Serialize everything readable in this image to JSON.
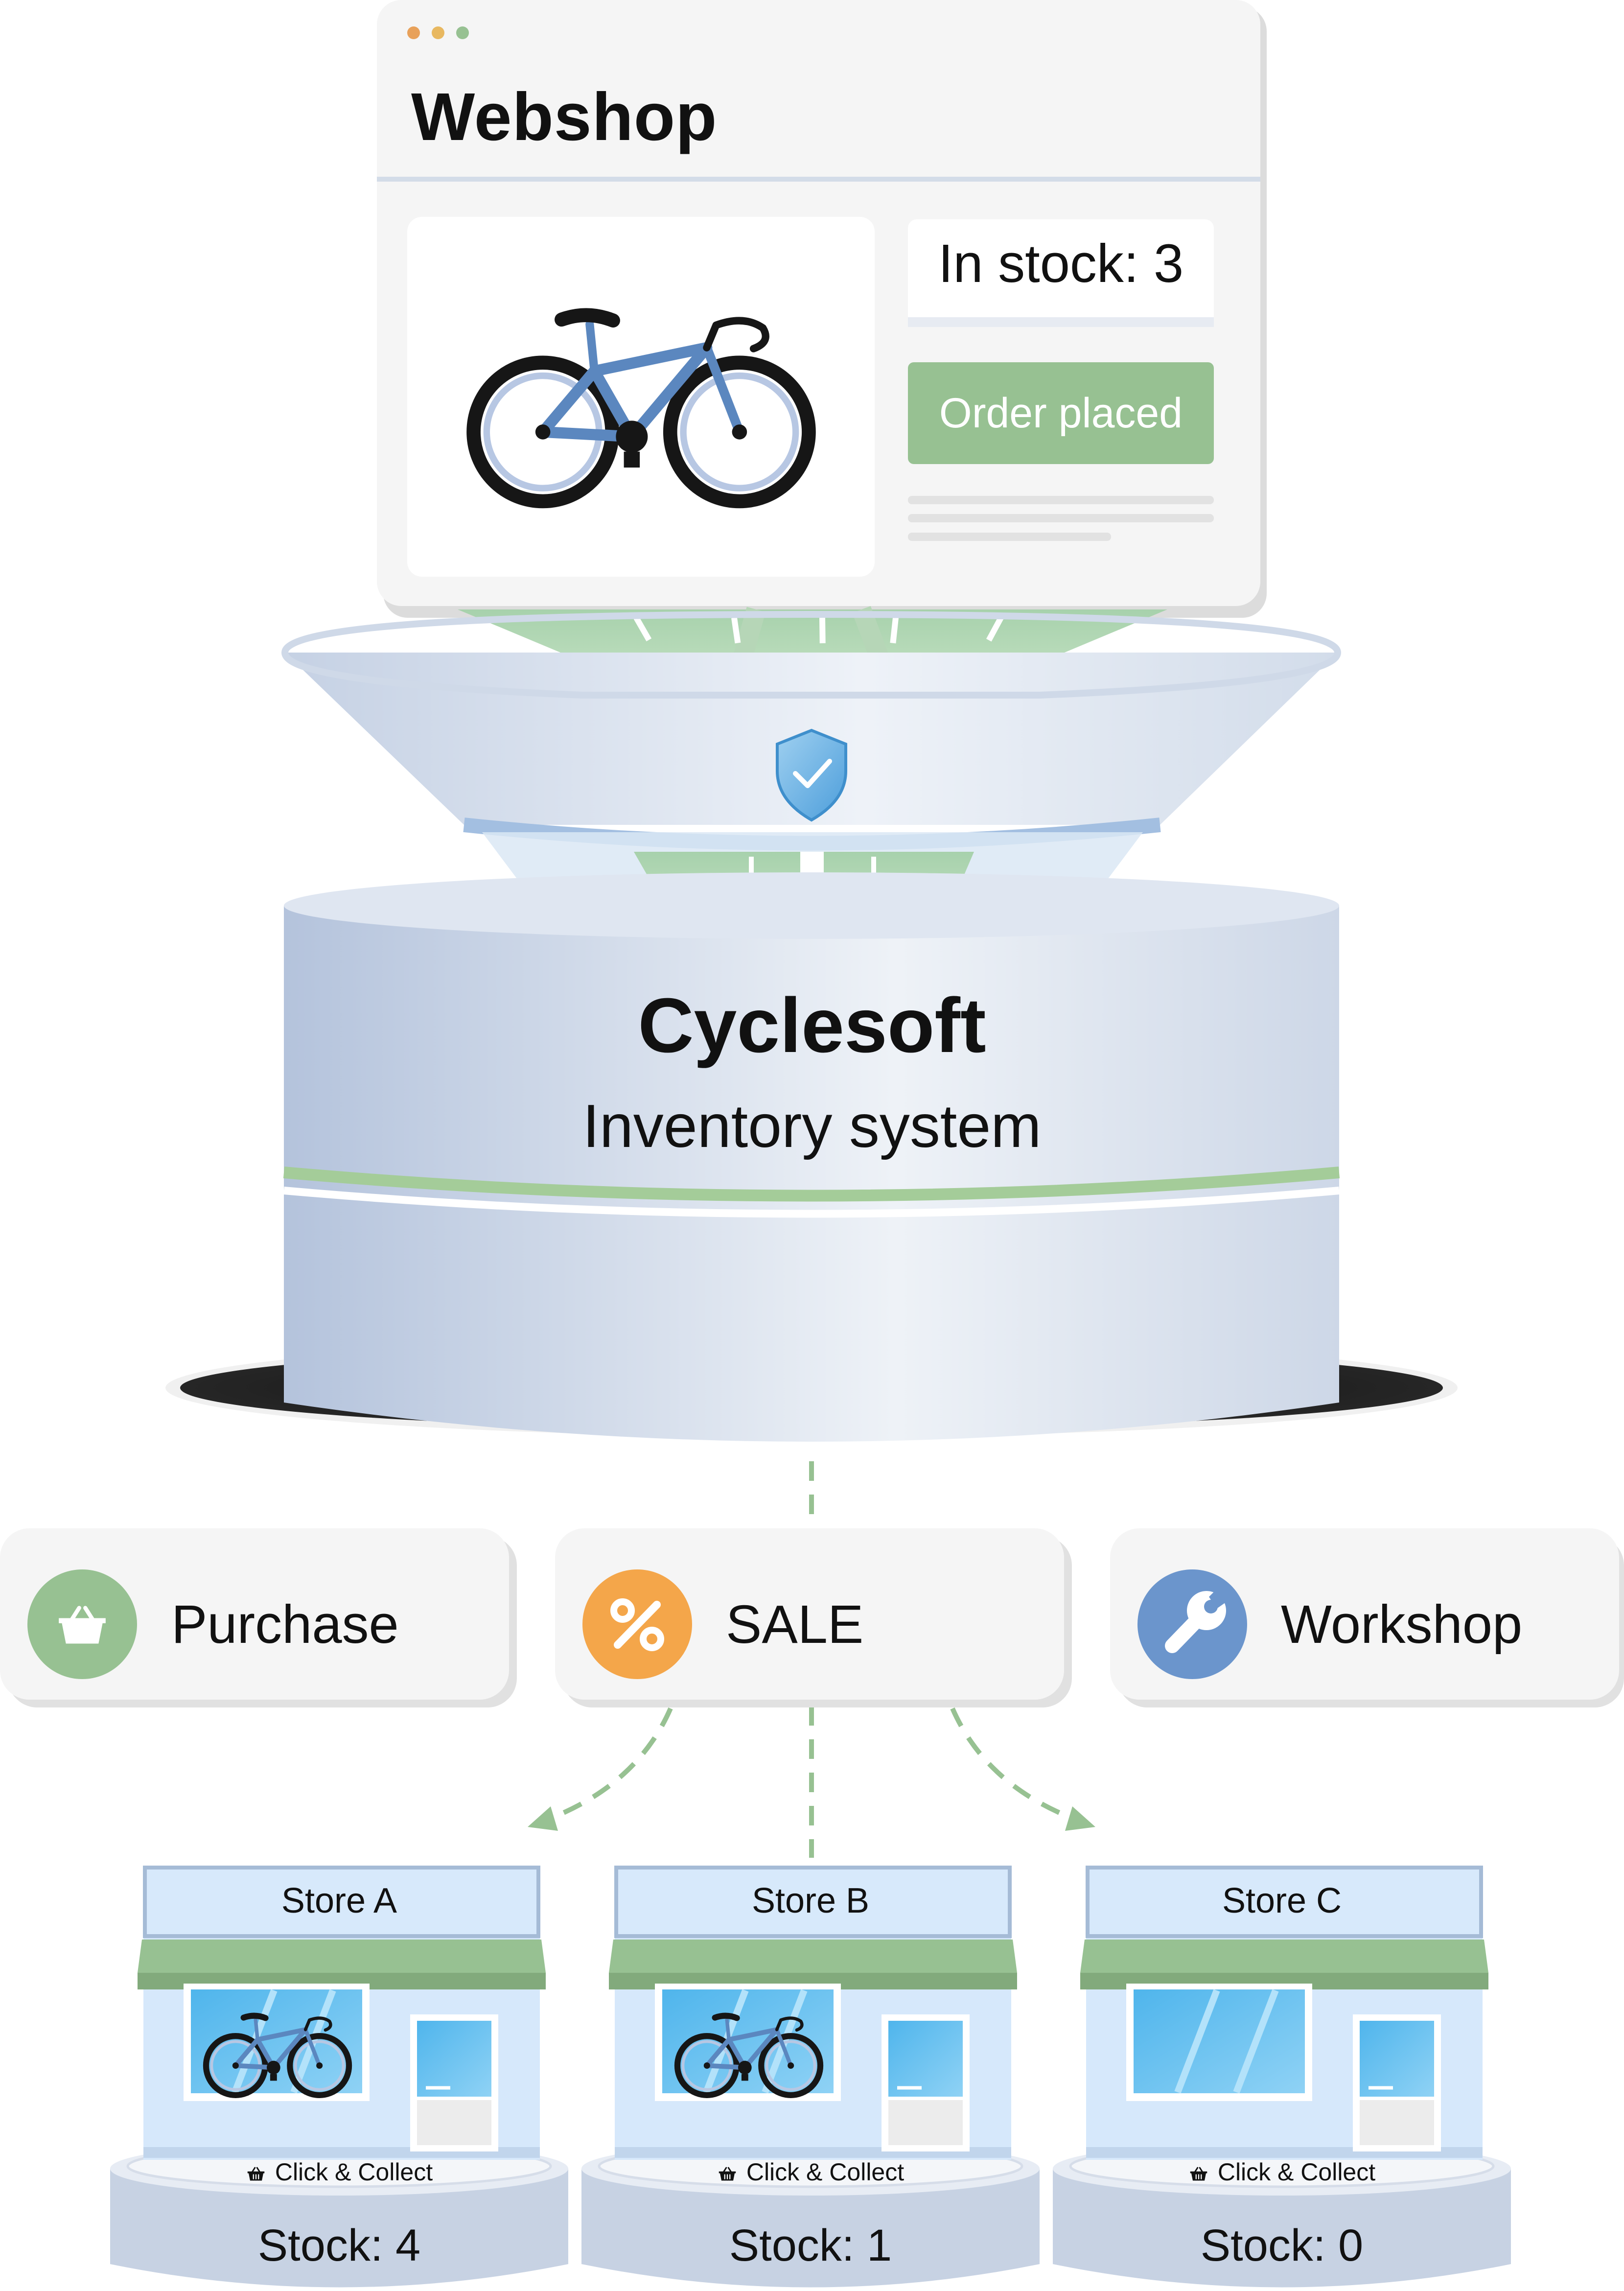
{
  "webshop": {
    "title": "Webshop",
    "window_dots": [
      "#e8a15a",
      "#e8b860",
      "#97c192"
    ],
    "stock_label": "In stock: 3",
    "order_button": "Order placed",
    "product_icon": "bicycle-icon"
  },
  "inventory": {
    "title": "Cyclesoft",
    "subtitle": "Inventory system",
    "security_icon": "shield-check-icon"
  },
  "modules": [
    {
      "label": "Purchase",
      "icon": "basket-icon",
      "color": "#97c192"
    },
    {
      "label": "SALE",
      "icon": "percent-icon",
      "color": "#f4a64a"
    },
    {
      "label": "Workshop",
      "icon": "wrench-icon",
      "color": "#6b95cc"
    }
  ],
  "stores": [
    {
      "name": "Store A",
      "click_collect": "Click & Collect",
      "stock": "Stock: 4",
      "bike_in_window": true
    },
    {
      "name": "Store B",
      "click_collect": "Click & Collect",
      "stock": "Stock: 1",
      "bike_in_window": true
    },
    {
      "name": "Store C",
      "click_collect": "Click & Collect",
      "stock": "Stock: 0",
      "bike_in_window": false
    }
  ],
  "colors": {
    "accent_green": "#97c192",
    "sale_orange": "#f4a64a",
    "workshop_blue": "#6b95cc",
    "bike_blue": "#5b87bf",
    "core_gray_blue": "#c3cfe2",
    "store_blue": "#d6e8fb",
    "awning_green": "#93bf8d"
  }
}
